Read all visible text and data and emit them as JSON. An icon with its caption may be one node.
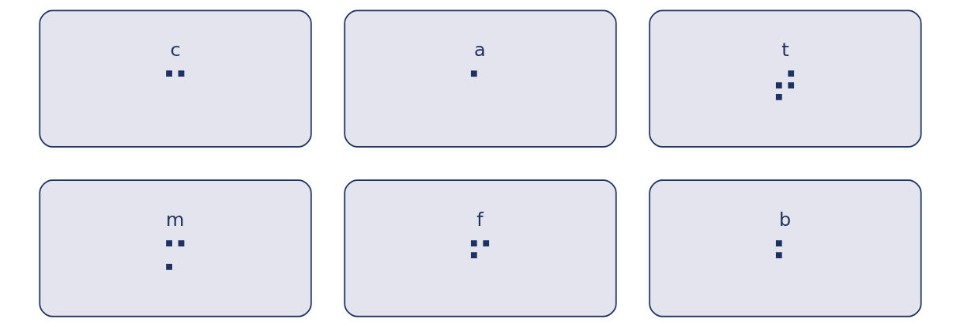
{
  "diagram": {
    "nodes": [
      {
        "text": [
          "c",
          "⠉"
        ]
      },
      {
        "text": [
          "a",
          "⠁"
        ]
      },
      {
        "text": [
          "t",
          "⠞"
        ]
      },
      {
        "text": [
          "m",
          "⠍"
        ]
      },
      {
        "text": [
          "f",
          "⠋"
        ]
      },
      {
        "text": [
          "b",
          "⠃"
        ]
      }
    ]
  }
}
